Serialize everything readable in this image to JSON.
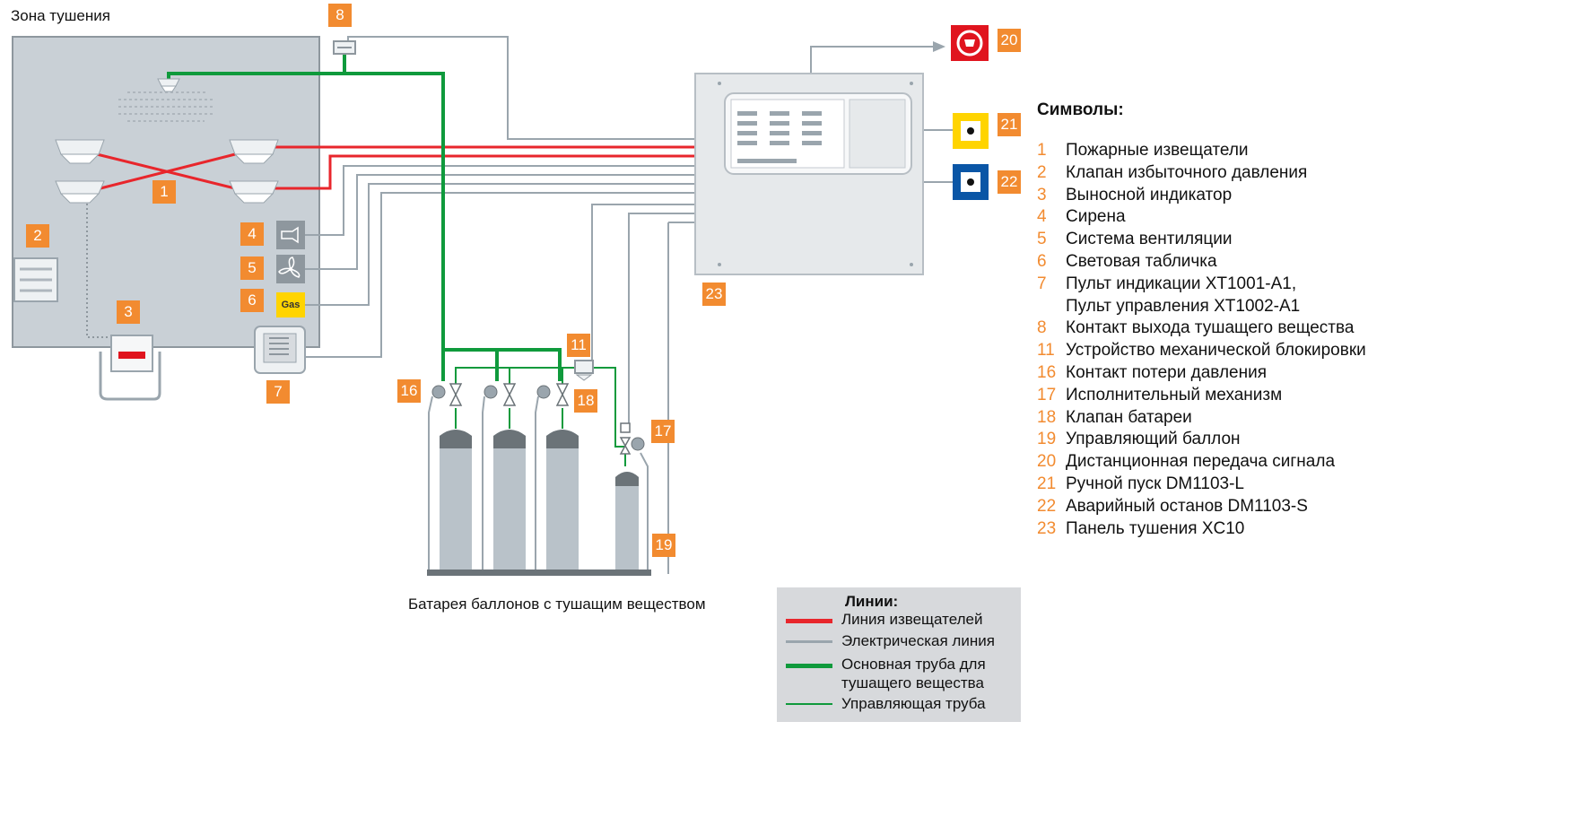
{
  "zone_title": "Зона тушения",
  "battery_caption": "Батарея баллонов с тушащим веществом",
  "sign_text": "Gas",
  "badges": {
    "b1": "1",
    "b2": "2",
    "b3": "3",
    "b4": "4",
    "b5": "5",
    "b6": "6",
    "b7": "7",
    "b8": "8",
    "b11": "11",
    "b16": "16",
    "b17": "17",
    "b18": "18",
    "b19": "19",
    "b20": "20",
    "b21": "21",
    "b22": "22",
    "b23": "23"
  },
  "symbols": {
    "title": "Символы:",
    "items": [
      {
        "num": "1",
        "label": "Пожарные извещатели"
      },
      {
        "num": "2",
        "label": "Клапан избыточного давления"
      },
      {
        "num": "3",
        "label": "Выносной индикатор"
      },
      {
        "num": "4",
        "label": "Сирена"
      },
      {
        "num": "5",
        "label": "Система вентиляции"
      },
      {
        "num": "6",
        "label": "Световая табличка"
      },
      {
        "num": "7",
        "label": "Пульт индикации XT1001-A1,"
      },
      {
        "num": "",
        "label": "Пульт управления XT1002-A1"
      },
      {
        "num": "8",
        "label": "Контакт выхода тушащего вещества"
      },
      {
        "num": "11",
        "label": "Устройство механической блокировки"
      },
      {
        "num": "16",
        "label": "Контакт потери давления"
      },
      {
        "num": "17",
        "label": "Исполнительный механизм"
      },
      {
        "num": "18",
        "label": "Клапан батареи"
      },
      {
        "num": "19",
        "label": "Управляющий баллон"
      },
      {
        "num": "20",
        "label": "Дистанционная передача сигнала"
      },
      {
        "num": "21",
        "label": "Ручной пуск DM1103-L"
      },
      {
        "num": "22",
        "label": "Аварийный останов DM1103-S"
      },
      {
        "num": "23",
        "label": "Панель тушения XC10"
      }
    ]
  },
  "legend": {
    "title": "Линии:",
    "items": [
      {
        "label": "Линия извещателей",
        "color": "#e8262c"
      },
      {
        "label": "Электрическая линия",
        "color": "#9aa5ad"
      },
      {
        "label": "Основная труба для тушащего вещества",
        "color": "#0f9a3c"
      },
      {
        "label": "Управляющая труба",
        "color": "#0f9a3c"
      }
    ]
  },
  "colors": {
    "badge": "#f28b30",
    "detector_line": "#e8262c",
    "electric_line": "#9aa5ad",
    "pipe": "#0f9a3c",
    "zone_fill": "#c9d0d6",
    "panel_fill": "#e6e9eb",
    "manual_release": "#ffd400",
    "emergency_stop": "#0a56a6",
    "remote_signal": "#e0141e"
  }
}
